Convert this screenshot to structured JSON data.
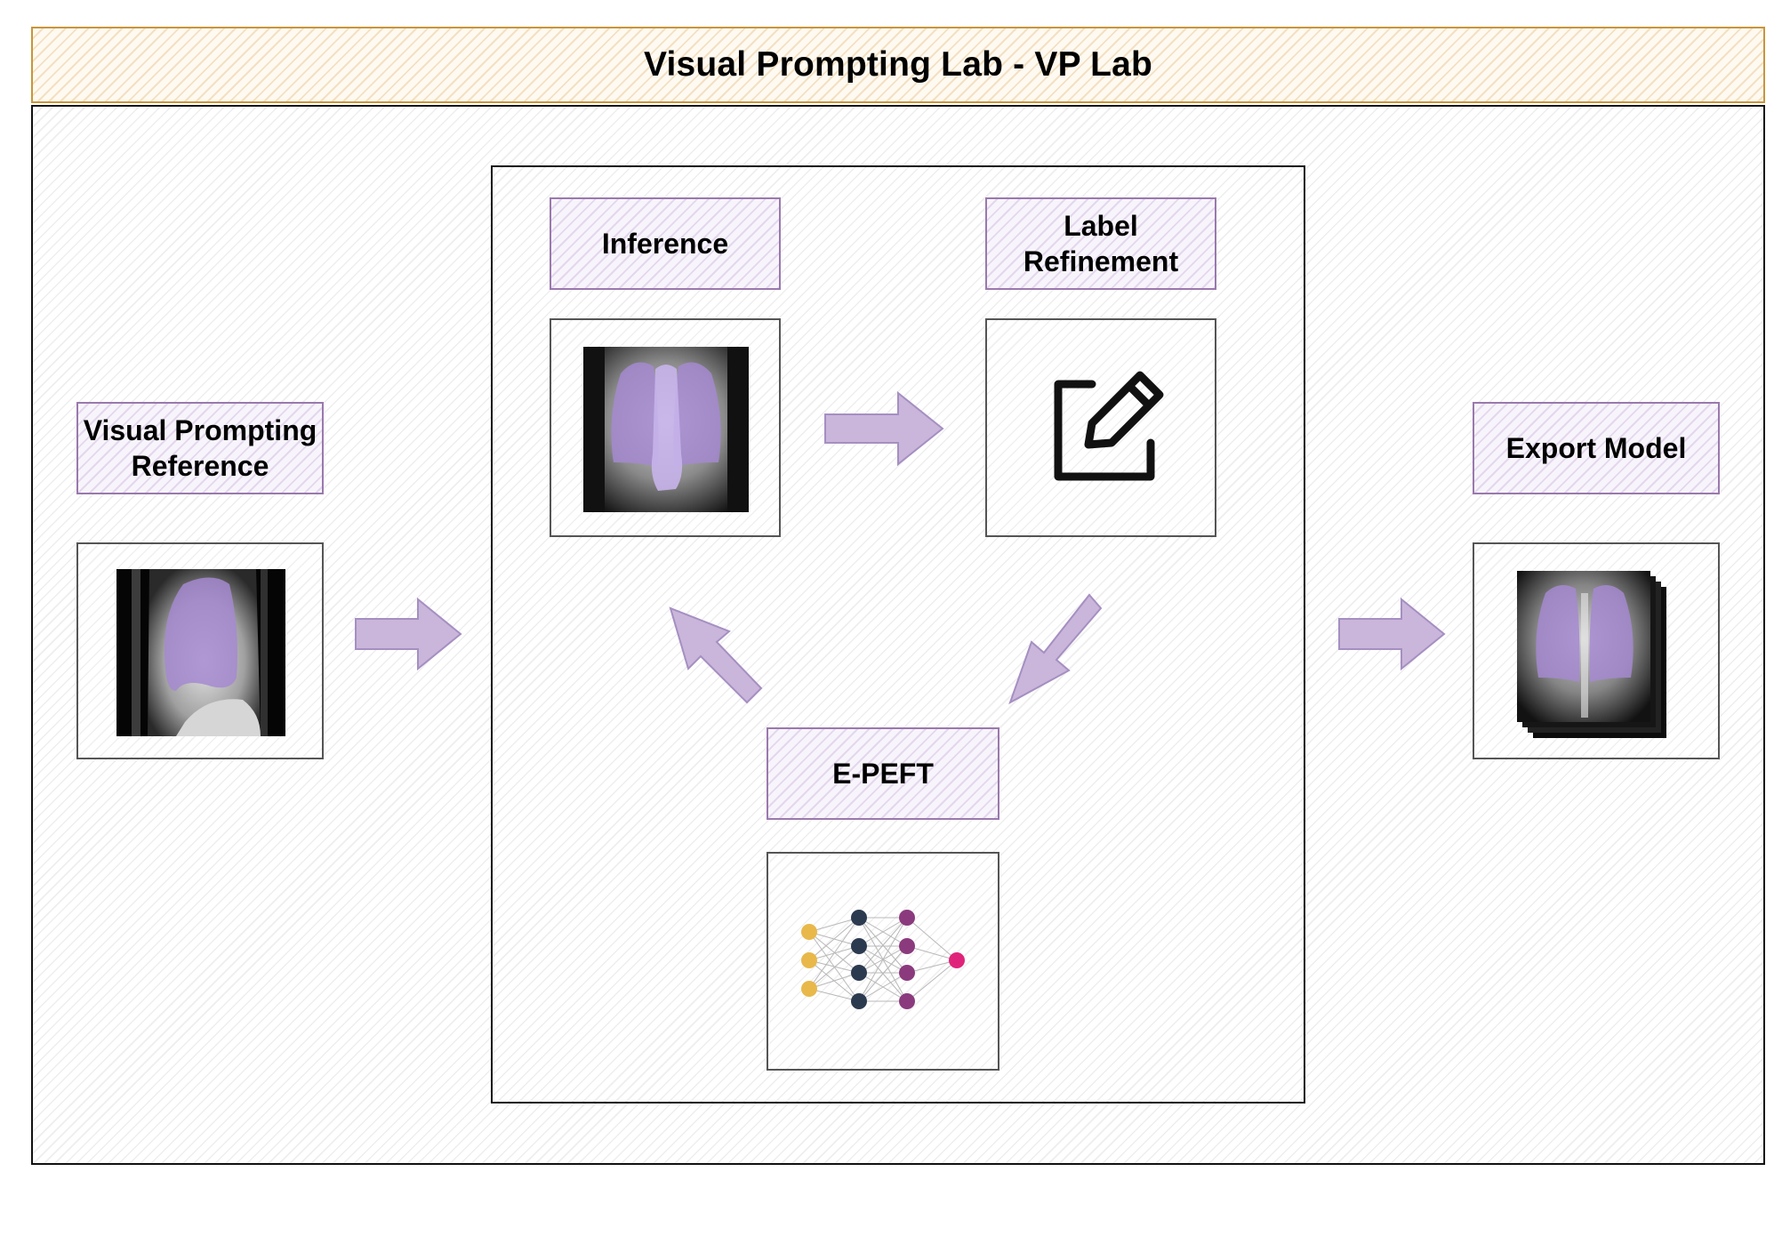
{
  "title": "Visual Prompting Lab - VP Lab",
  "stages": {
    "reference": "Visual Prompting Reference",
    "inference": "Inference",
    "label_refinement": "Label Refinement",
    "epeft": "E-PEFT",
    "export": "Export Model"
  },
  "colors": {
    "title_border": "#c8963a",
    "label_border": "#9a79ad",
    "arrow_fill": "#c9b6da",
    "mask_fill": "#a48ad0",
    "input_node": "#e8b84a",
    "hidden_node": "#2c3a4f",
    "hidden_node_2": "#8b3a7d",
    "output_node": "#e0237a"
  },
  "icons": {
    "reference_image": "lateral-chest-xray-with-lung-mask",
    "inference_image": "frontal-chest-xray-with-lung-mask",
    "refinement_icon": "edit-pencil-icon",
    "epeft_icon": "neural-network-icon",
    "export_icon": "stacked-chest-xray-icon"
  }
}
